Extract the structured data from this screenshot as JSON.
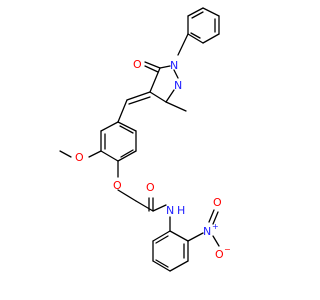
{
  "molecule": {
    "colors": {
      "carbon": "#000000",
      "oxygen": "#ff0000",
      "nitrogen": "#2020ff",
      "background": "#ffffff"
    },
    "labels": {
      "carbonyl_o": "O",
      "pyrazole_n1": "N",
      "pyrazole_n2": "N",
      "methoxy_o": "O",
      "ether_o": "O",
      "amide_o": "O",
      "amide_n": "N",
      "amide_h": "H",
      "nitro_n": "N",
      "nitro_n_charge": "+",
      "nitro_o_top": "O",
      "nitro_o_bottom": "O",
      "nitro_o_bottom_charge": "−"
    }
  }
}
